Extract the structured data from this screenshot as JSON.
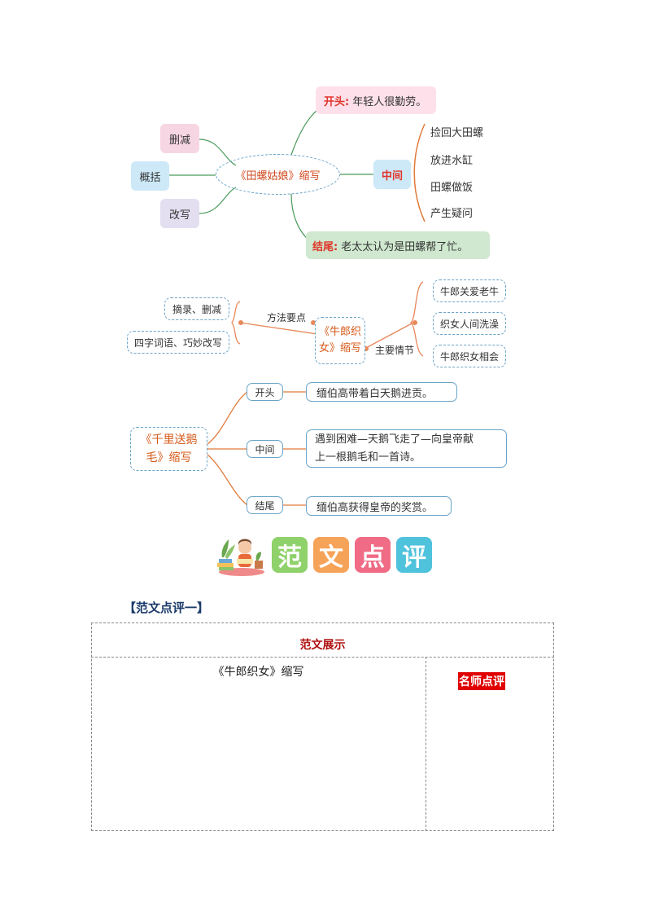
{
  "map1": {
    "center": "《田螺姑娘》缩写",
    "left": [
      "删减",
      "概括",
      "改写"
    ],
    "top": {
      "key": "开头:",
      "text": "年轻人很勤劳。"
    },
    "middle": "中间",
    "middle_items": [
      "捡回大田螺",
      "放进水缸",
      "田螺做饭",
      "产生疑问"
    ],
    "bottom": {
      "key": "结尾:",
      "text": "老太太认为是田螺帮了忙。"
    }
  },
  "map2": {
    "center": [
      "《牛郎织",
      "女》缩写"
    ],
    "left_label": "方法要点",
    "left_items": [
      "摘录、删减",
      "四字词语、巧妙改写"
    ],
    "right_label": "主要情节",
    "right_items": [
      "牛郎关爱老牛",
      "织女人间洗澡",
      "牛郎织女相会"
    ]
  },
  "map3": {
    "center": [
      "《千里送鹅",
      "毛》缩写"
    ],
    "branches": [
      {
        "label": "开头",
        "text": [
          "缅伯高带着白天鹅进贡。"
        ]
      },
      {
        "label": "中间",
        "text": [
          "遇到困难—天鹅飞走了—向皇帝献",
          "上一根鹅毛和一首诗。"
        ]
      },
      {
        "label": "结尾",
        "text": [
          "缅伯高获得皇帝的奖赏。"
        ]
      }
    ]
  },
  "banner": {
    "chars": [
      "范",
      "文",
      "点",
      "评"
    ],
    "colors": [
      "#8fd16a",
      "#f6a35a",
      "#f06b85",
      "#4fc2dc"
    ]
  },
  "section_title": "【范文点评一】",
  "table": {
    "header": "范文展示",
    "essay_title": "《牛郎织女》缩写",
    "comment_label": "名师点评"
  }
}
